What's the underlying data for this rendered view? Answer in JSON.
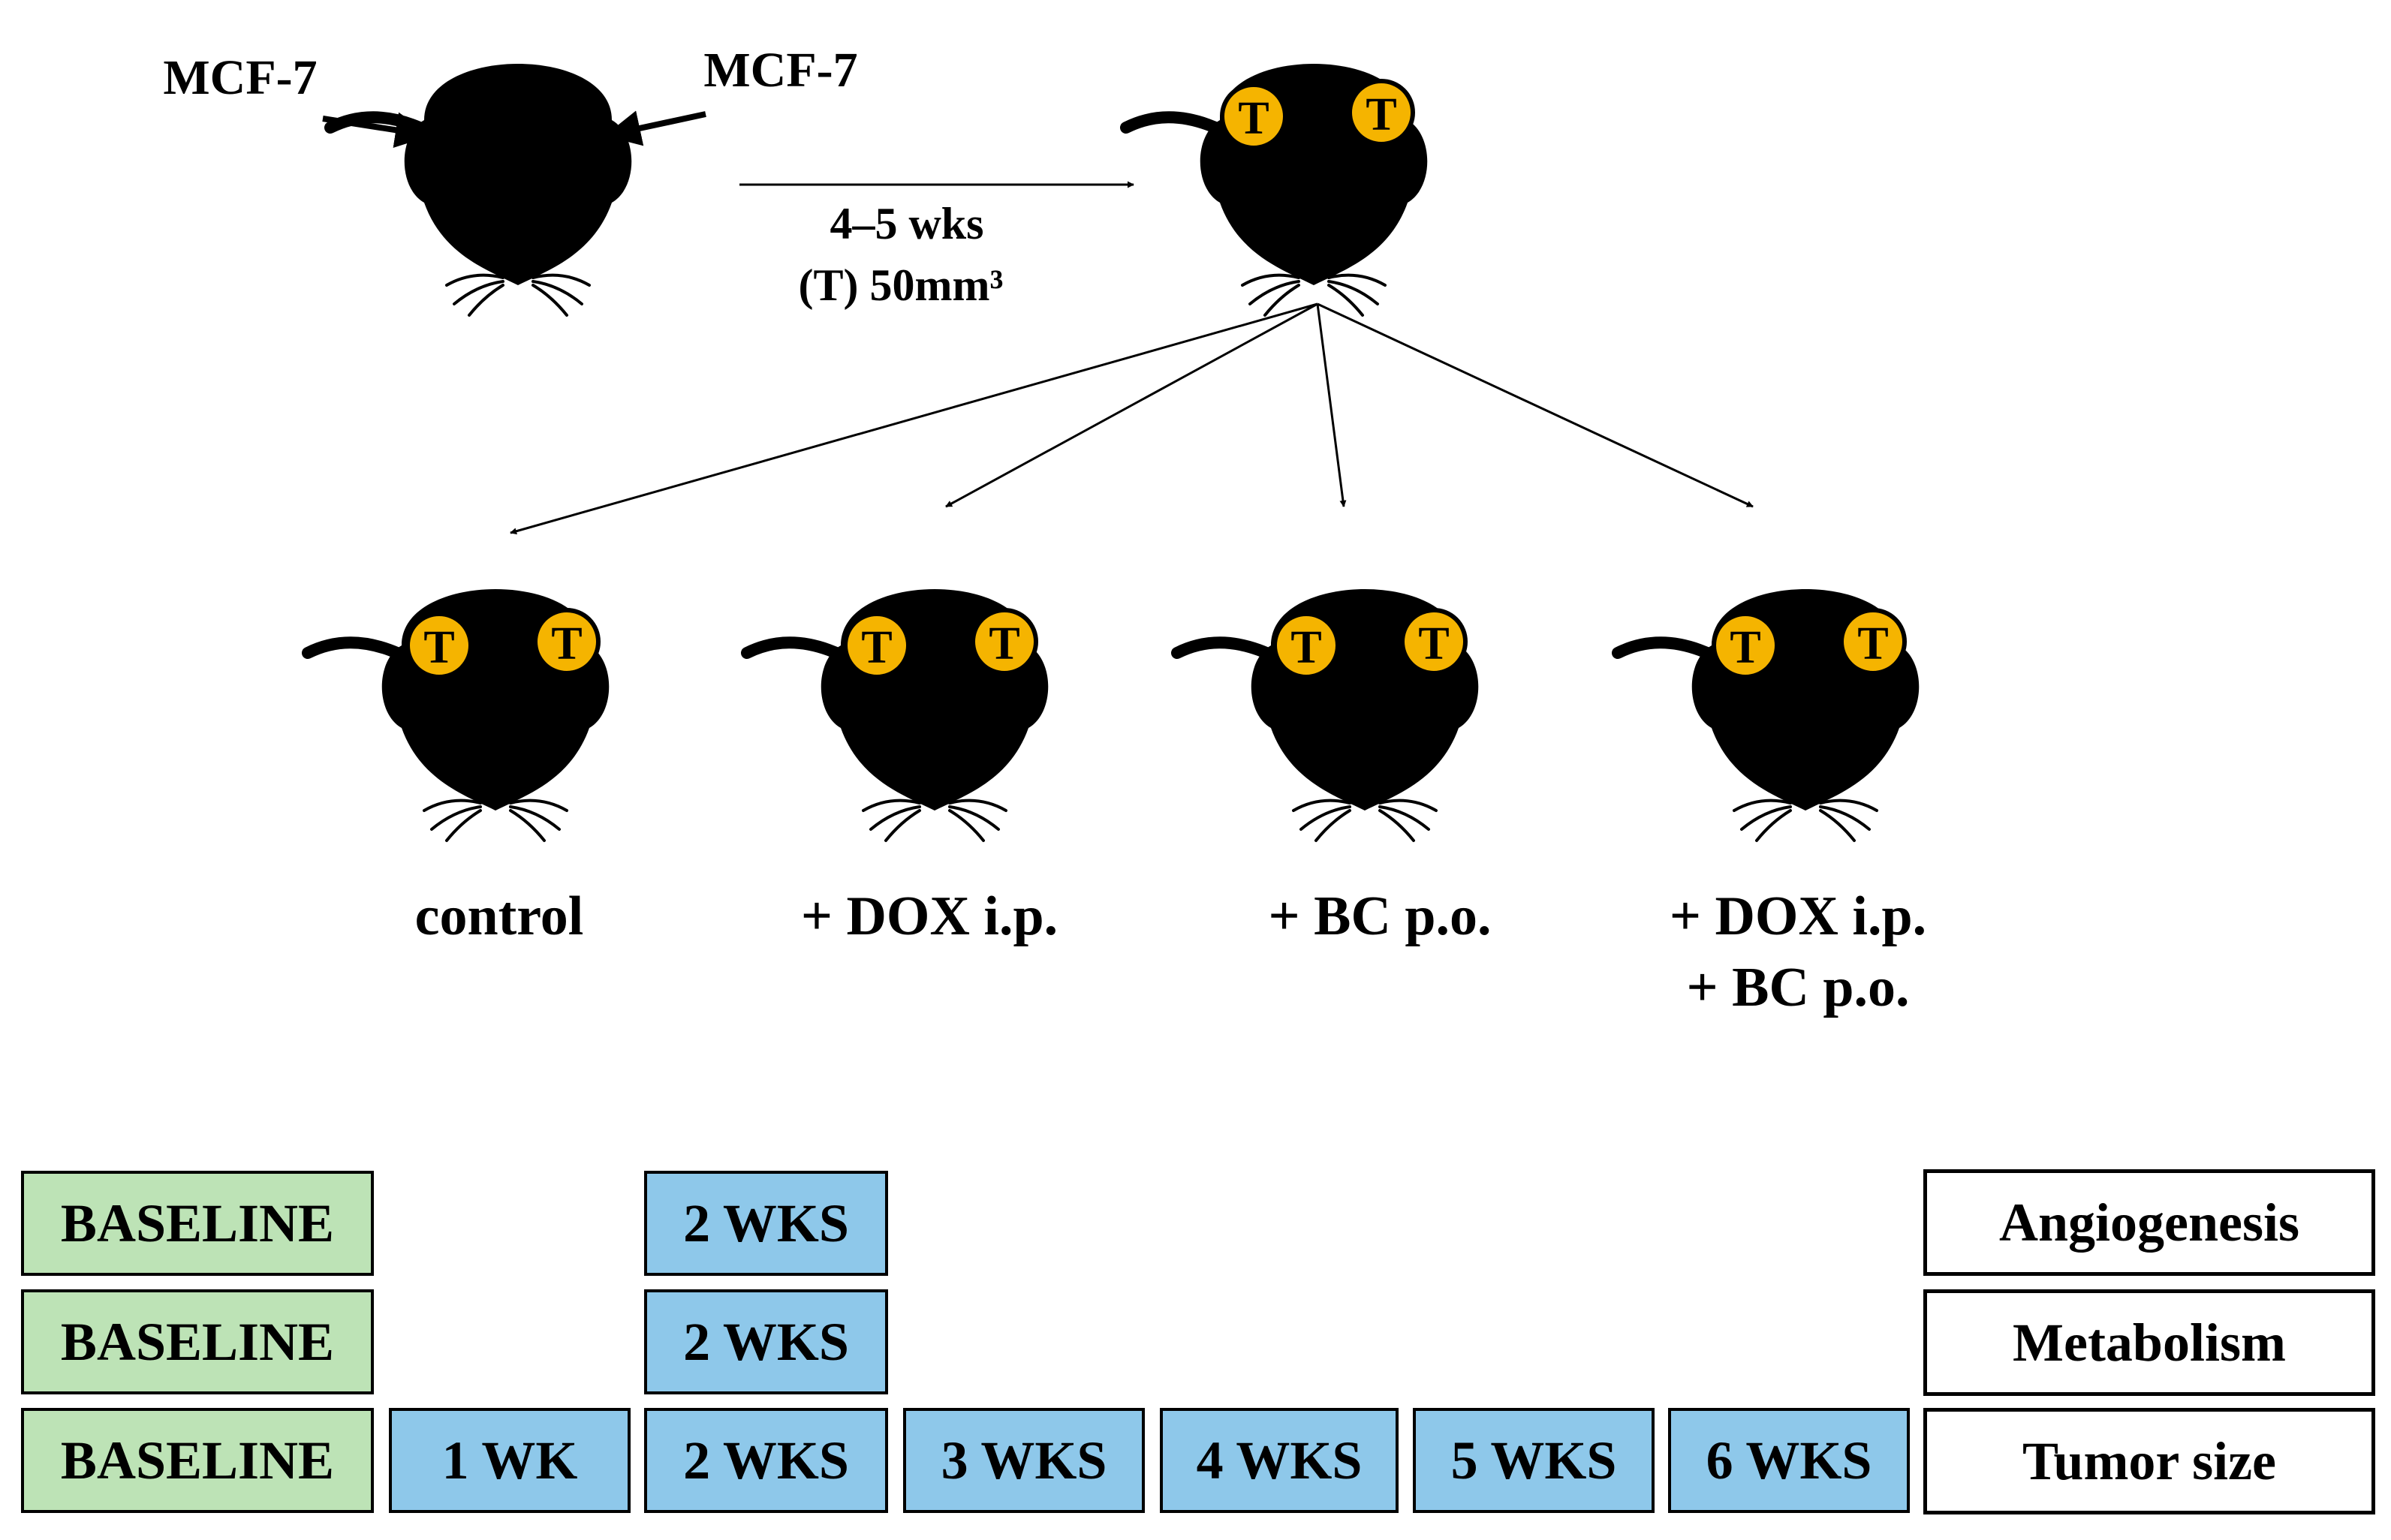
{
  "colors": {
    "tumor": "#f5b400",
    "baseline": "#bde3b6",
    "week": "#8ec8ea",
    "mouse": "#000000"
  },
  "injection": {
    "left_label": "MCF-7",
    "right_label": "MCF-7"
  },
  "growth": {
    "duration": "4–5 wks",
    "tumor_volume": "(T) 50mm³"
  },
  "tumor_mark": "T",
  "groups": [
    {
      "label": "control"
    },
    {
      "label": "+ DOX i.p."
    },
    {
      "label": "+ BC p.o."
    },
    {
      "label_line1": "+ DOX i.p.",
      "label_line2": "+ BC p.o."
    }
  ],
  "timeline": {
    "rows": [
      {
        "baseline": "BASELINE",
        "week2": "2 WKS",
        "endpoint": "Angiogenesis"
      },
      {
        "baseline": "BASELINE",
        "week2": "2 WKS",
        "endpoint": "Metabolism"
      },
      {
        "baseline": "BASELINE",
        "weeks": [
          "1 WK",
          "2 WKS",
          "3 WKS",
          "4 WKS",
          "5 WKS",
          "6 WKS"
        ],
        "endpoint": "Tumor size"
      }
    ]
  }
}
